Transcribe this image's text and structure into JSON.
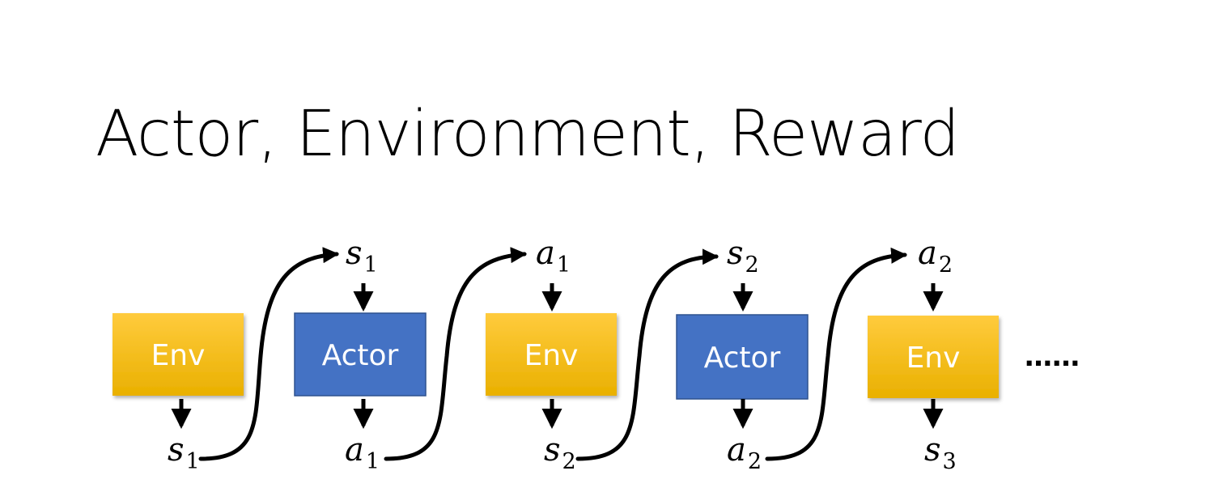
{
  "slide": {
    "title": "Actor, Environment, Reward",
    "colors": {
      "env_top": "#FFCB3D",
      "env_bottom": "#E9B000",
      "actor_fill": "#4472C4",
      "actor_border": "#2F528F",
      "arrow": "#000000"
    },
    "boxes": [
      {
        "id": "env-1",
        "kind": "env",
        "label": "Env"
      },
      {
        "id": "actor-1",
        "kind": "actor",
        "label": "Actor"
      },
      {
        "id": "env-2",
        "kind": "env",
        "label": "Env"
      },
      {
        "id": "actor-2",
        "kind": "actor",
        "label": "Actor"
      },
      {
        "id": "env-3",
        "kind": "env",
        "label": "Env"
      }
    ],
    "inputs": [
      {
        "base": "s",
        "sub": "1"
      },
      {
        "base": "a",
        "sub": "1"
      },
      {
        "base": "s",
        "sub": "2"
      },
      {
        "base": "a",
        "sub": "2"
      }
    ],
    "outputs": [
      {
        "base": "s",
        "sub": "1"
      },
      {
        "base": "a",
        "sub": "1"
      },
      {
        "base": "s",
        "sub": "2"
      },
      {
        "base": "a",
        "sub": "2"
      },
      {
        "base": "s",
        "sub": "3"
      }
    ],
    "ellipsis": "……"
  }
}
